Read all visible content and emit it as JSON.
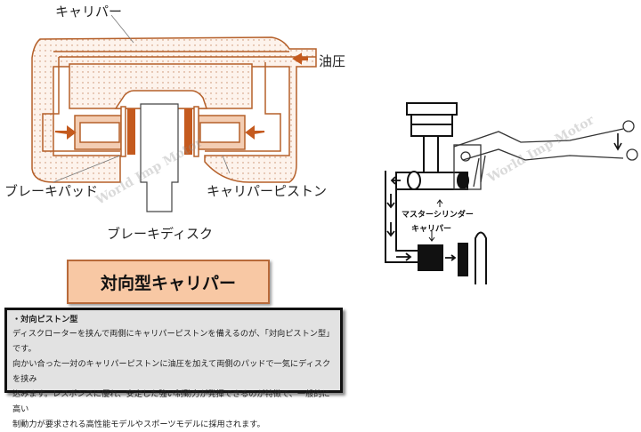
{
  "left_diagram": {
    "labels": {
      "caliper": "キャリパー",
      "hydraulic": "油圧",
      "brake_pad": "ブレーキパッド",
      "caliper_piston": "キャリパーピストン",
      "brake_disc": "ブレーキディスク"
    },
    "colors": {
      "outline": "#b5602a",
      "fill": "#fbeee4",
      "pad": "#c45a1e",
      "piston": "#f3cdb3"
    }
  },
  "title": "対向型キャリパー",
  "description": {
    "heading": "・対向ピストン型",
    "lines": [
      "ディスクローターを挟んで両側にキャリパーピストンを備えるのが、「対向ピストン型」です。",
      "向かい合った一対のキャリパーピストンに油圧を加えて両側のパッドで一気にディスクを挟み",
      "込みます。レスポンスに優れ、安定した強い制動力が発揮できるのが特徴で、一般的に高い",
      "制動力が要求される高性能モデルやスポーツモデルに採用されます。"
    ]
  },
  "right_diagram": {
    "labels": {
      "master_cylinder": "マスターシリンダー",
      "caliper": "キャリパー"
    }
  },
  "watermark": "World Imp Motor"
}
